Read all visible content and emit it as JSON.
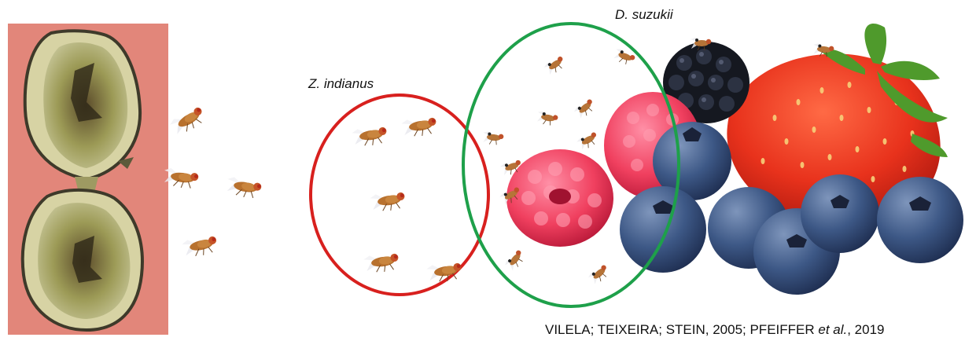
{
  "labels": {
    "species_a": "Z. indianus",
    "species_b": "D. suzukii"
  },
  "citation": {
    "before": "VILELA; TEIXEIRA; STEIN, 2005; PFEIFFER ",
    "italic": "et al.",
    "after": ", 2019"
  },
  "colors": {
    "z_indianus_group": "#d8201e",
    "d_suzukii_group": "#1ea04a",
    "fig_background": "#e2867a",
    "fly_body": "#b8712e"
  },
  "icons": {
    "fig": "fig-fruit-icon",
    "fly": "fly-icon",
    "raspberry": "raspberry-icon",
    "blueberry": "blueberry-icon",
    "blackberry": "blackberry-icon",
    "strawberry": "strawberry-icon"
  }
}
